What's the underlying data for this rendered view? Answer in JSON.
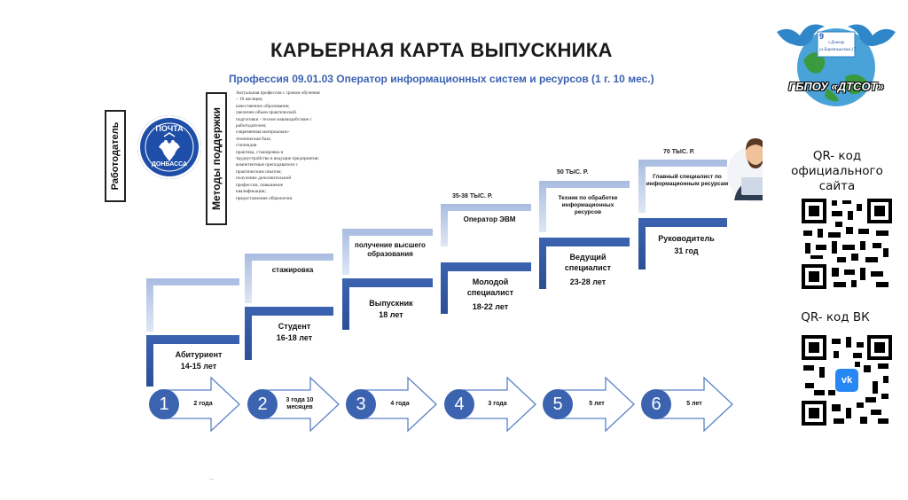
{
  "header": {
    "title": "КАРЬЕРНАЯ КАРТА ВЫПУСКНИКА",
    "subtitle": "Профессия 09.01.03 Оператор информационных систем и ресурсов (1 г. 10 мес.)"
  },
  "side_labels": {
    "employer": "Работодатель",
    "support_methods": "Методы поддержки"
  },
  "employer_logo": {
    "top_text": "ПОЧТА",
    "bottom_text": "ДОНБАССА"
  },
  "support_notes": [
    "Актуальная профессия с сроком обучения",
    "– 10 месяцев;",
    "качественное образование;",
    "увеличен объем практической",
    "подготовки - тесное взаимодействие с",
    "работодателем;",
    "современная материально-",
    "техническая база;",
    "стипендия",
    "практика, стажировка и",
    "трудоустройство в ведущие предприятия;",
    "компетентные преподаватели с",
    "практическим опытом;",
    "получение дополнительной",
    "профессии, повышение",
    "квалификации;",
    "предоставление общежития."
  ],
  "steps": [
    {
      "label": "Абитуриент",
      "age": "14-15 лет",
      "upper": ""
    },
    {
      "label": "Студент",
      "age": "16-18 лет",
      "upper": "стажировка"
    },
    {
      "label": "Выпускник",
      "age": "18 лет",
      "upper": "получение высшего образования"
    },
    {
      "label": "Молодой специалист",
      "age": "18-22 лет",
      "upper": "Оператор ЭВМ",
      "salary": "35-38 ТЫС. Р."
    },
    {
      "label": "Ведущий специалист",
      "age": "23-28 лет",
      "upper": "Техник по обработке информационных ресурсов",
      "salary": "50 ТЫС. Р."
    },
    {
      "label": "Руководитель",
      "age": "31 год",
      "upper": "Главный специалист по информационным ресурсам",
      "salary": "70 ТЫС. Р."
    }
  ],
  "timeline": [
    {
      "num": "1",
      "duration": "2 года"
    },
    {
      "num": "2",
      "duration": "3 года 10 месяцев"
    },
    {
      "num": "3",
      "duration": "4 года"
    },
    {
      "num": "4",
      "duration": "3 года"
    },
    {
      "num": "5",
      "duration": "5 лет"
    },
    {
      "num": "6",
      "duration": "5 лет"
    }
  ],
  "institution": {
    "name": "ГБПОУ «ДТСОТ»",
    "address_line1": "г.Донецк",
    "address_line2": "ул.Баратынская,17",
    "address_number": "9"
  },
  "qr": {
    "site_label": "QR- код официального сайта",
    "vk_label": "QR- код ВК",
    "vk_badge": "vk"
  },
  "colors": {
    "accent": "#3b63b0",
    "accent_light": "#c9d7ef",
    "steel": "#8fa9d6"
  }
}
